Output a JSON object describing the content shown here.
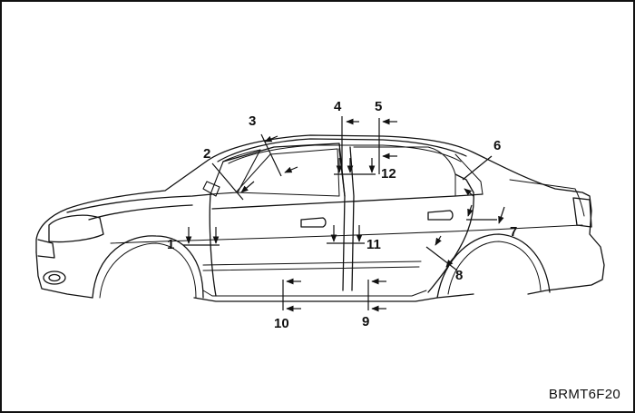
{
  "figure_code": "BRMT6F20",
  "callouts": [
    {
      "id": "c1",
      "label": "1"
    },
    {
      "id": "c2",
      "label": "2"
    },
    {
      "id": "c3",
      "label": "3"
    },
    {
      "id": "c4",
      "label": "4"
    },
    {
      "id": "c5",
      "label": "5"
    },
    {
      "id": "c6",
      "label": "6"
    },
    {
      "id": "c7",
      "label": "7"
    },
    {
      "id": "c8",
      "label": "8"
    },
    {
      "id": "c9",
      "label": "9"
    },
    {
      "id": "c10",
      "label": "10"
    },
    {
      "id": "c11",
      "label": "11"
    },
    {
      "id": "c12",
      "label": "12"
    }
  ],
  "colors": {
    "line": "#111111",
    "background": "#ffffff"
  }
}
